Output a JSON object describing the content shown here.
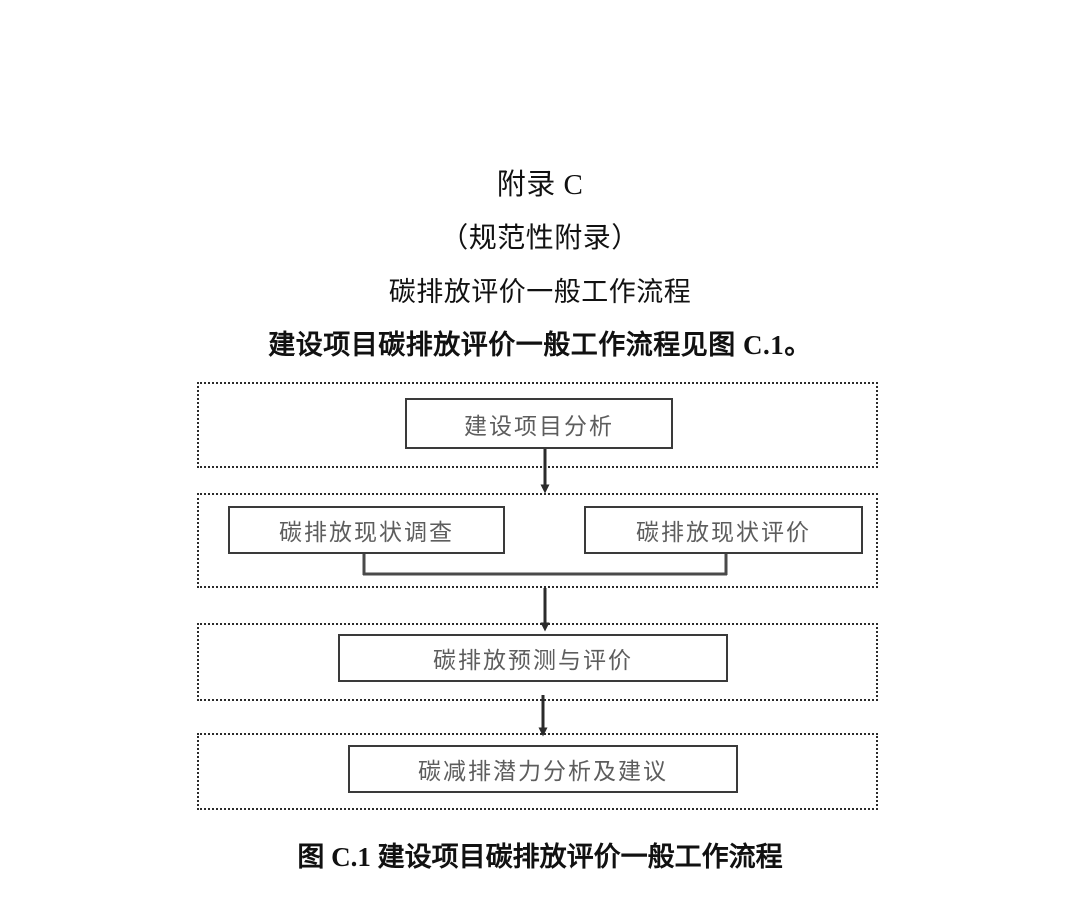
{
  "document": {
    "appendix_title": "附录 C",
    "appendix_kind": "（规范性附录）",
    "appendix_subject": "碳排放评价一般工作流程",
    "intro_paragraph": "建设项目碳排放评价一般工作流程见图 C.1。",
    "figure_caption": "图 C.1  建设项目碳排放评价一般工作流程"
  },
  "chart_data": {
    "type": "diagram",
    "title": "建设项目碳排放评价一般工作流程",
    "orientation": "top-to-bottom",
    "stages": [
      {
        "id": "stage-1",
        "nodes": [
          {
            "id": "node-project-analysis",
            "label": "建设项目分析"
          }
        ]
      },
      {
        "id": "stage-2",
        "nodes": [
          {
            "id": "node-status-survey",
            "label": "碳排放现状调查"
          },
          {
            "id": "node-status-evaluation",
            "label": "碳排放现状评价"
          }
        ]
      },
      {
        "id": "stage-3",
        "nodes": [
          {
            "id": "node-forecast-eval",
            "label": "碳排放预测与评价"
          }
        ]
      },
      {
        "id": "stage-4",
        "nodes": [
          {
            "id": "node-reduction-advice",
            "label": "碳减排潜力分析及建议"
          }
        ]
      }
    ],
    "edges": [
      {
        "from": "node-project-analysis",
        "to": "stage-2",
        "style": "arrow-down"
      },
      {
        "from": "node-status-survey",
        "to": "merge-bracket",
        "style": "line-down"
      },
      {
        "from": "node-status-evaluation",
        "to": "merge-bracket",
        "style": "line-down"
      },
      {
        "from": "merge-bracket",
        "to": "node-forecast-eval",
        "style": "arrow-down"
      },
      {
        "from": "node-forecast-eval",
        "to": "node-reduction-advice",
        "style": "arrow-down"
      }
    ],
    "colors": {
      "node_border": "#3a3a3a",
      "node_text": "#5d5d5d",
      "stage_border": "#2b2b2b",
      "connector": "#2b2b2b",
      "background": "#ffffff"
    }
  }
}
